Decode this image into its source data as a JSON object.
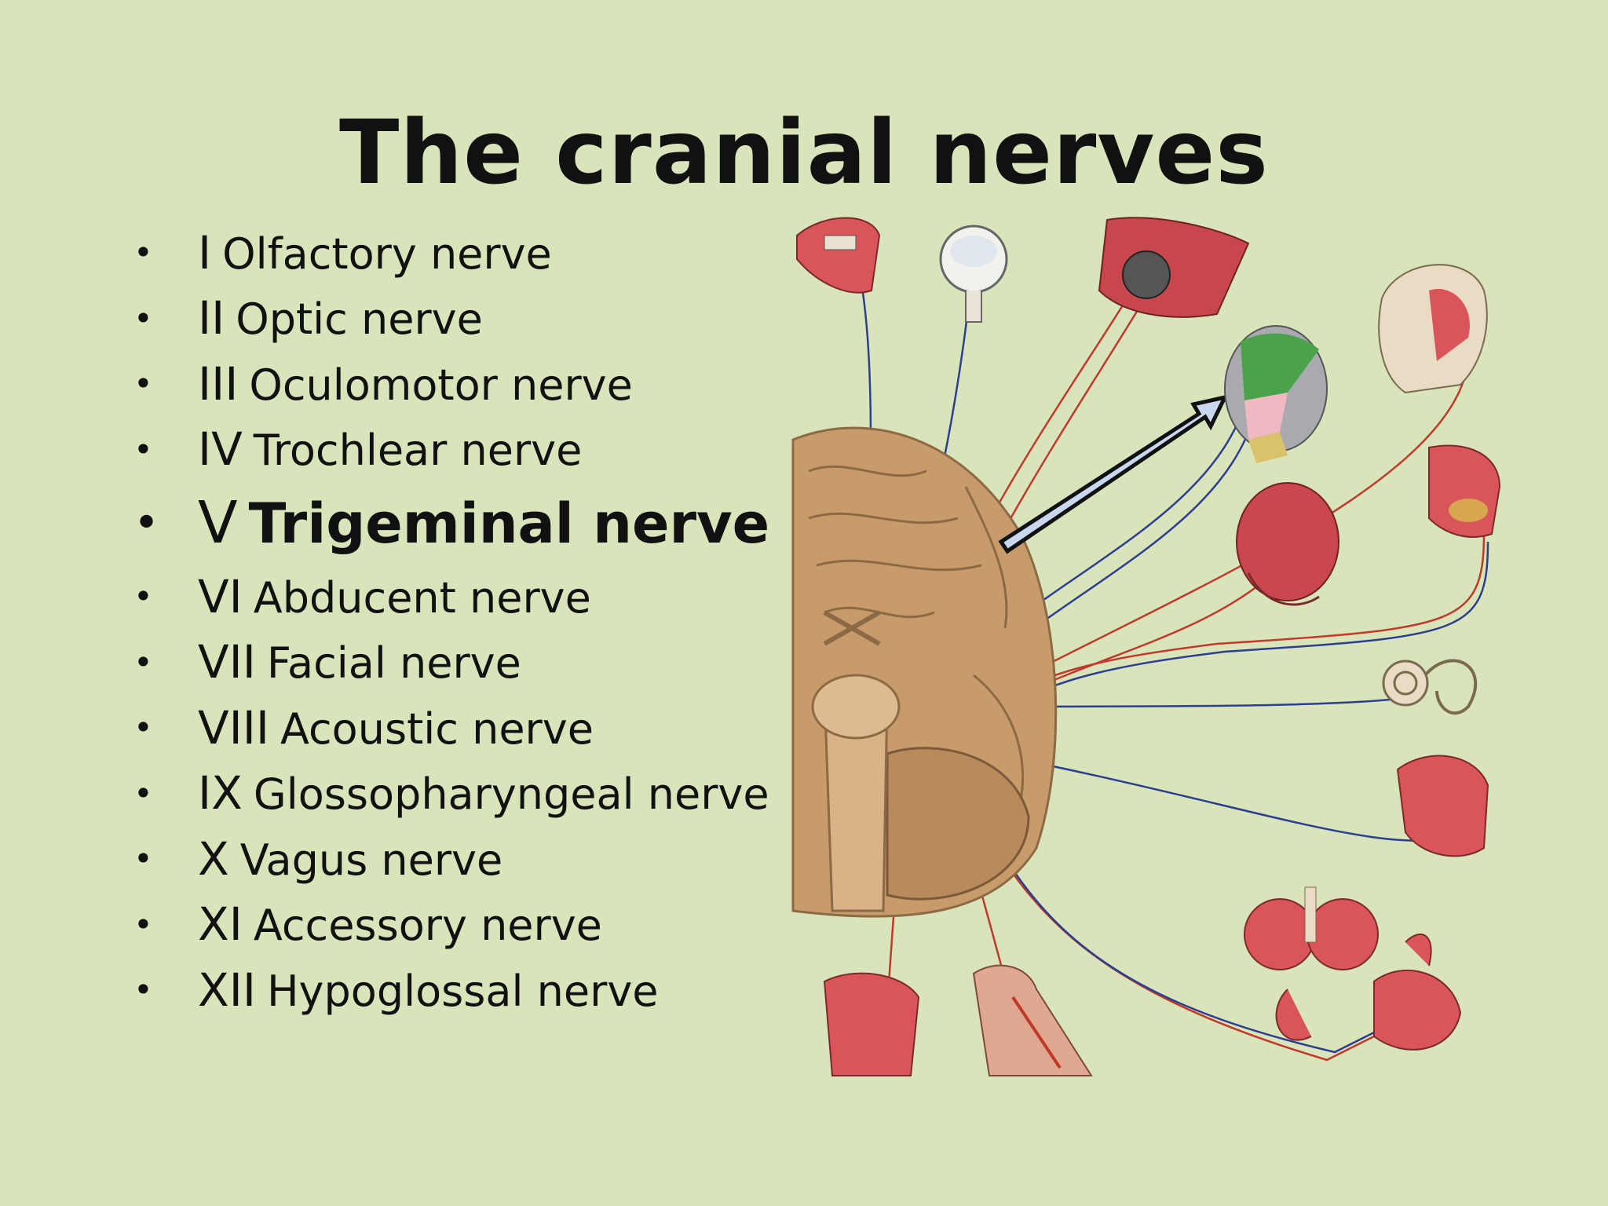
{
  "title": "The cranial nerves",
  "bullet": "•",
  "nerves": [
    {
      "numeral": "I",
      "label": "Olfactory nerve"
    },
    {
      "numeral": "II",
      "label": "Optic nerve"
    },
    {
      "numeral": "III",
      "label": "Oculomotor nerve"
    },
    {
      "numeral": "IV",
      "label": "Trochlear nerve"
    },
    {
      "numeral": "V",
      "label": "Trigeminal nerve",
      "highlighted": true
    },
    {
      "numeral": "VI",
      "label": "Abducent nerve"
    },
    {
      "numeral": "VII",
      "label": "Facial nerve"
    },
    {
      "numeral": "VIII",
      "label": "Acoustic nerve"
    },
    {
      "numeral": "IX",
      "label": "Glossopharyngeal nerve"
    },
    {
      "numeral": "X",
      "label": "Vagus nerve"
    },
    {
      "numeral": "XI",
      "label": "Accessory nerve"
    },
    {
      "numeral": "XII",
      "label": "Hypoglossal nerve"
    }
  ],
  "colors": {
    "background": "#d9e4bb",
    "brain": "#c89b6a",
    "tissue": "#d9555a",
    "nerve_red": "#c0392b",
    "nerve_blue": "#2c3e8f",
    "arrow_fill": "#c9d8ef",
    "face_green": "#4aa34a"
  }
}
